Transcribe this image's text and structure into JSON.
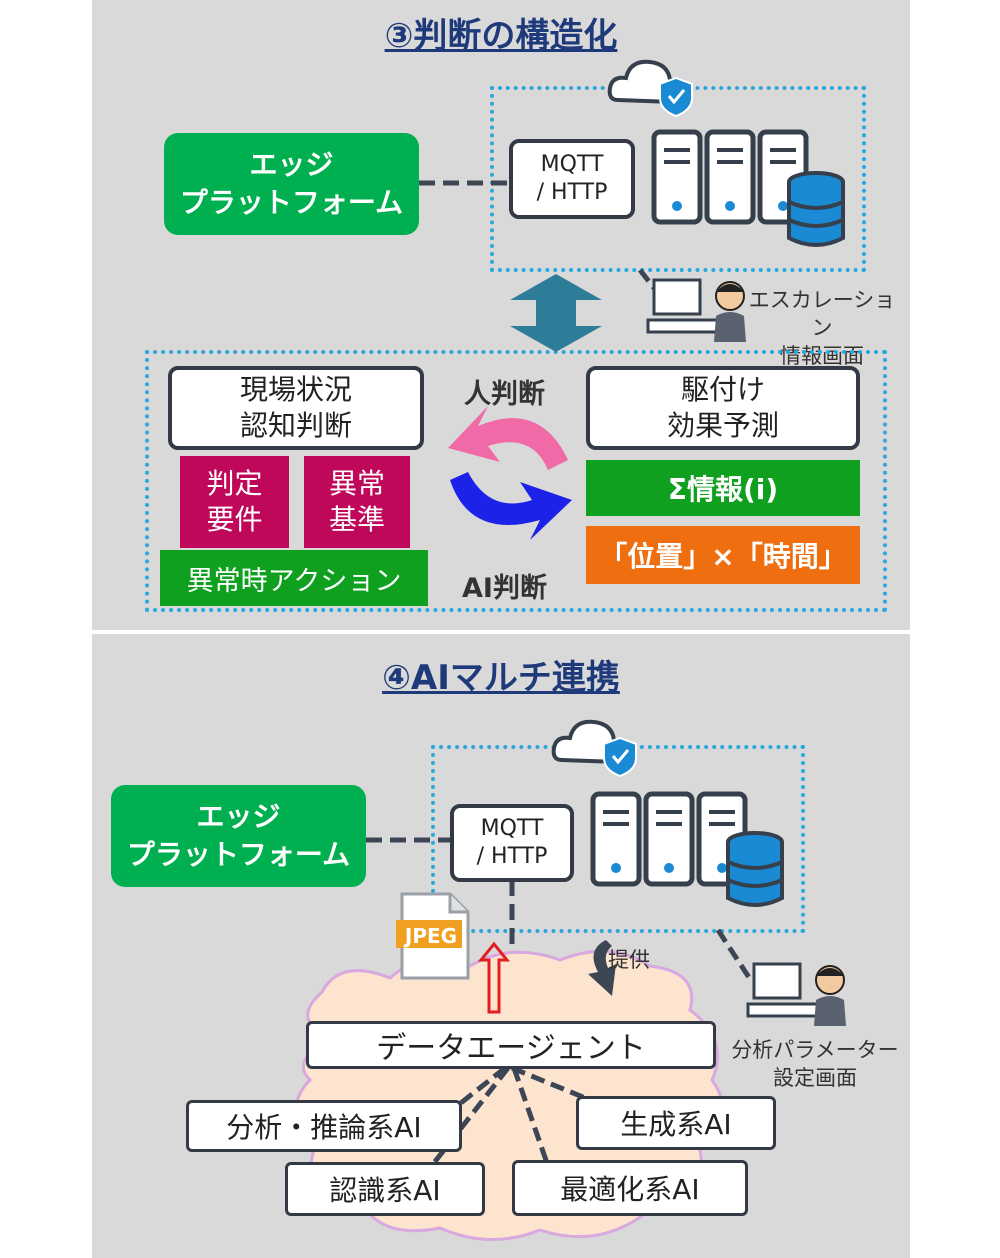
{
  "section3": {
    "title": "③判断の構造化",
    "edge_platform": [
      "エッジ",
      "プラットフォーム"
    ],
    "protocol": [
      "MQTT",
      "/ HTTP"
    ],
    "escalation_label": [
      "エスカレーション",
      "情報画面"
    ],
    "recognition": [
      "現場状況",
      "認知判断"
    ],
    "criteria_a": [
      "判定",
      "要件"
    ],
    "criteria_b": [
      "異常",
      "基準"
    ],
    "abnormal_action": "異常時アクション",
    "human_judgment": "人判断",
    "ai_judgment": "AI判断",
    "prediction": [
      "駆付け",
      "効果予測"
    ],
    "sigma_info": "Σ情報(i)",
    "position_time": "「位置」×「時間」"
  },
  "section4": {
    "title": "④AIマルチ連携",
    "edge_platform": [
      "エッジ",
      "プラットフォーム"
    ],
    "protocol": [
      "MQTT",
      "/ HTTP"
    ],
    "jpeg_label": "JPEG",
    "provide_label": "提供",
    "param_label": [
      "分析パラメーター",
      "設定画面"
    ],
    "data_agent": "データエージェント",
    "ai_analysis": "分析・推論系AI",
    "ai_generation": "生成系AI",
    "ai_recognition": "認識系AI",
    "ai_optimization": "最適化系AI"
  },
  "colors": {
    "panel": "#d9d9d9",
    "green": "#00b050",
    "magenta": "#c0085a",
    "orange": "#ee6e10",
    "dotted_border": "#29a8e0",
    "title": "#1f3a7a"
  },
  "icons": [
    "cloud-shield-icon",
    "server-icon",
    "database-icon",
    "operator-pc-icon",
    "jpeg-file-icon",
    "cycle-arrows-icon"
  ]
}
